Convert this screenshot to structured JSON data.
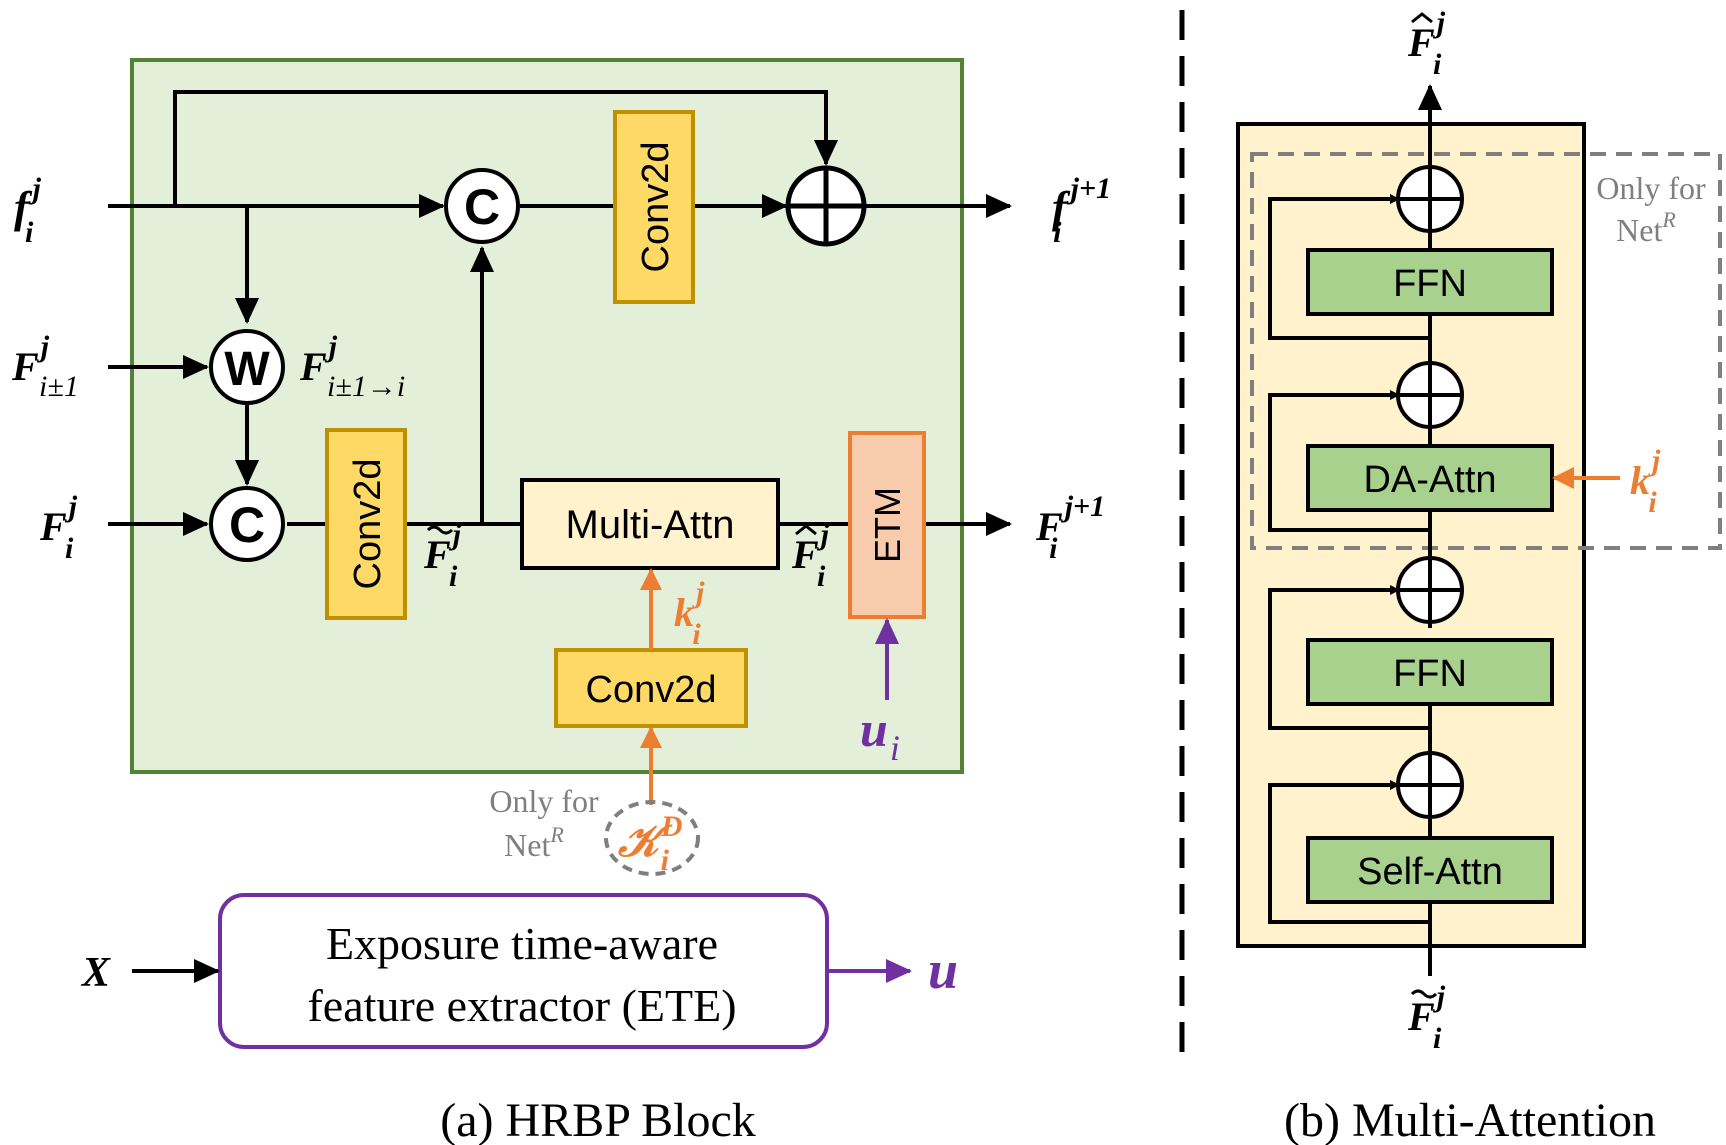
{
  "panel_a": {
    "caption": "(a) HRBP Block",
    "conv_top": "Conv2d",
    "conv_left": "Conv2d",
    "conv_bottom": "Conv2d",
    "concat_symbol": "C",
    "warp_symbol": "W",
    "multi_attn": "Multi-Attn",
    "etm": "ETM",
    "only_for": "Only for",
    "net": "Net",
    "net_sup": "R",
    "ete_line1": "Exposure time-aware",
    "ete_line2": "feature extractor (ETE)",
    "symbols": {
      "f_small": "f",
      "F_big": "F",
      "sub_i": "i",
      "sup_j": "j",
      "sup_j1": "j+1",
      "sub_ipm1": "i±1",
      "sub_warp": "i±1→i",
      "k": "k",
      "u": "u",
      "X": "X",
      "K": "𝒦",
      "K_sup": "D"
    }
  },
  "panel_b": {
    "caption": "(b) Multi-Attention",
    "ffn_top": "FFN",
    "da_attn": "DA-Attn",
    "ffn_bottom": "FFN",
    "self_attn": "Self-Attn",
    "only_for": "Only for",
    "net": "Net",
    "net_sup": "R"
  },
  "colors": {
    "green_fill": "#e3efd9",
    "green_border": "#548235",
    "yellow_fill": "#ffd966",
    "yellow_border": "#bf9000",
    "orange": "#ed7d31",
    "purple": "#7030a0",
    "cream": "#fff2cc",
    "gray": "#7f7f7f",
    "green_box": "#a9d18e"
  }
}
